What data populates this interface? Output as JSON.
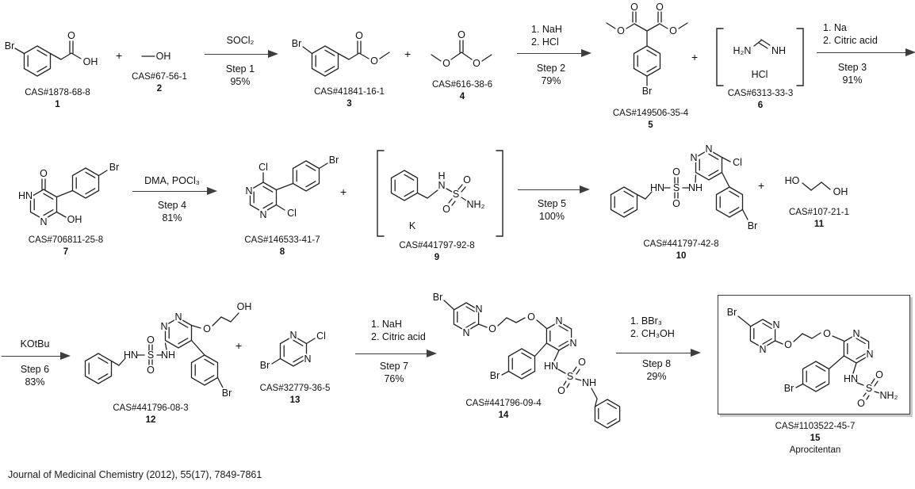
{
  "plus": "+",
  "citation": "Journal of Medicinal Chemistry (2012), 55(17), 7849-7861",
  "compounds": {
    "c1": {
      "cas": "CAS#1878-68-8",
      "num": "1",
      "atoms": {
        "br": "Br",
        "o": "O",
        "oh": "OH"
      }
    },
    "c2": {
      "cas": "CAS#67-56-1",
      "num": "2",
      "atoms": {
        "oh": "OH"
      }
    },
    "c3": {
      "cas": "CAS#41841-16-1",
      "num": "3",
      "atoms": {
        "br": "Br",
        "o1": "O",
        "o2": "O"
      }
    },
    "c4": {
      "cas": "CAS#616-38-6",
      "num": "4",
      "atoms": {
        "o1": "O",
        "o2": "O",
        "o3": "O"
      }
    },
    "c5": {
      "cas": "CAS#149506-35-4",
      "num": "5",
      "atoms": {
        "o1": "O",
        "o2": "O",
        "o3": "O",
        "o4": "O",
        "br": "Br"
      }
    },
    "c6": {
      "cas": "CAS#6313-33-3",
      "num": "6",
      "atoms": {
        "h2n": "H₂N",
        "nh": "NH",
        "hcl": "HCl"
      }
    },
    "c7": {
      "cas": "CAS#706811-25-8",
      "num": "7",
      "atoms": {
        "o": "O",
        "hn": "HN",
        "n": "N",
        "oh": "OH",
        "br": "Br"
      }
    },
    "c8": {
      "cas": "CAS#146533-41-7",
      "num": "8",
      "atoms": {
        "cl1": "Cl",
        "n1": "N",
        "n2": "N",
        "cl2": "Cl",
        "br": "Br"
      }
    },
    "c9": {
      "cas": "CAS#441797-92-8",
      "num": "9",
      "atoms": {
        "h": "H",
        "n": "N",
        "s": "S",
        "o1": "O",
        "o2": "O",
        "nh2": "NH₂",
        "k": "K"
      }
    },
    "c10": {
      "cas": "CAS#441797-42-8",
      "num": "10",
      "atoms": {
        "n1": "N",
        "n2": "N",
        "cl": "Cl",
        "hn": "HN",
        "s": "S",
        "o1": "O",
        "o2": "O",
        "nh": "NH",
        "br": "Br"
      }
    },
    "c11": {
      "cas": "CAS#107-21-1",
      "num": "11",
      "atoms": {
        "ho": "HO",
        "oh": "OH"
      }
    },
    "c12": {
      "cas": "CAS#441796-08-3",
      "num": "12",
      "atoms": {
        "oh": "OH",
        "o": "O",
        "n1": "N",
        "n2": "N",
        "hn": "HN",
        "s": "S",
        "o1": "O",
        "o2": "O",
        "nh": "NH",
        "br": "Br"
      }
    },
    "c13": {
      "cas": "CAS#32779-36-5",
      "num": "13",
      "atoms": {
        "n1": "N",
        "cl": "Cl",
        "n2": "N",
        "br": "Br"
      }
    },
    "c14": {
      "cas": "CAS#441796-09-4",
      "num": "14",
      "atoms": {
        "br1": "Br",
        "n1": "N",
        "n2": "N",
        "o1": "O",
        "o2": "O",
        "n3": "N",
        "n4": "N",
        "br2": "Br",
        "hn": "HN",
        "s": "S",
        "o3": "O",
        "o4": "O",
        "nh": "NH"
      }
    },
    "c15": {
      "cas": "CAS#1103522-45-7",
      "num": "15",
      "name": "Aprocitentan",
      "atoms": {
        "br1": "Br",
        "n1": "N",
        "n2": "N",
        "o1": "O",
        "o2": "O",
        "n3": "N",
        "n4": "N",
        "br2": "Br",
        "hn": "HN",
        "s": "S",
        "o3": "O",
        "o4": "O",
        "nh2": "NH₂"
      }
    }
  },
  "steps": {
    "s1": {
      "r1": "SOCl₂",
      "step": "Step 1",
      "yield": "95%"
    },
    "s2": {
      "r1": "1. NaH",
      "r2": "2. HCl",
      "step": "Step 2",
      "yield": "79%"
    },
    "s3": {
      "r1": "1. Na",
      "r2": "2. Citric acid",
      "step": "Step 3",
      "yield": "91%"
    },
    "s4": {
      "r1": "DMA, POCl₃",
      "step": "Step 4",
      "yield": "81%"
    },
    "s5": {
      "step": "Step 5",
      "yield": "100%"
    },
    "s6": {
      "r1": "KOtBu",
      "step": "Step 6",
      "yield": "83%"
    },
    "s7": {
      "r1": "1. NaH",
      "r2": "2. Citric acid",
      "step": "Step 7",
      "yield": "76%"
    },
    "s8": {
      "r1": "1. BBr₃",
      "r2": "2. CH₃OH",
      "step": "Step 8",
      "yield": "29%"
    }
  }
}
